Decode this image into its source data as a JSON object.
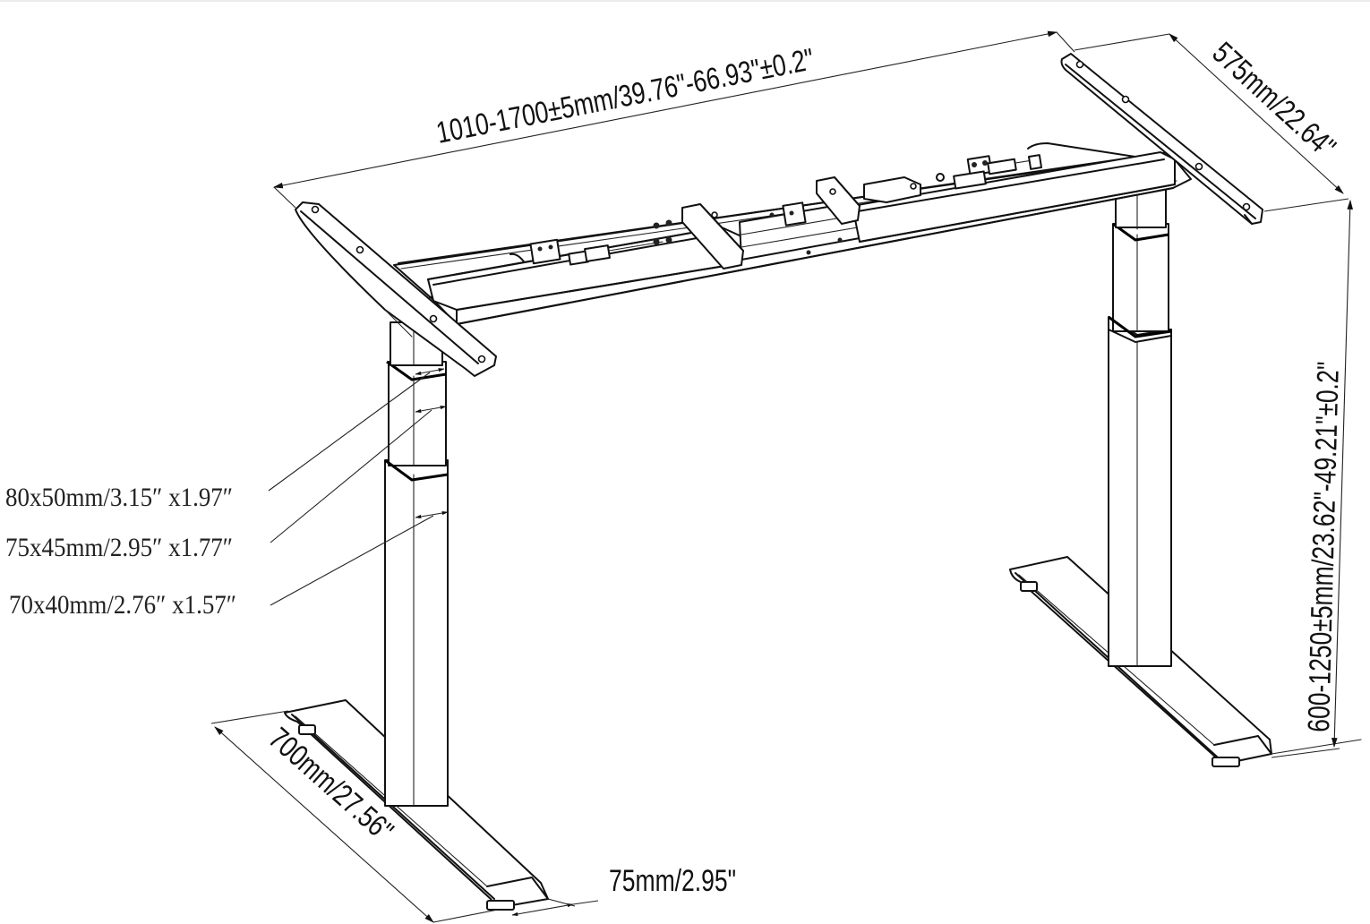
{
  "drawing": {
    "title": "Electric height-adjustable desk frame - dimension drawing",
    "background": "#ffffff",
    "line_color": "#111111"
  },
  "dimensions": {
    "width": {
      "label": "1010-1700±5mm/39.76\"-66.93\"±0.2\""
    },
    "depth": {
      "label": "575mm/22.64\""
    },
    "height": {
      "label": "600-1250±5mm/23.62\"-49.21\"±0.2\""
    },
    "foot_length": {
      "label": "700mm/27.56\""
    },
    "foot_width": {
      "label": "75mm/2.95\""
    }
  },
  "leg_sections": [
    {
      "label": "80x50mm/3.15″ x1.97″"
    },
    {
      "label": "75x45mm/2.95″ x1.77″"
    },
    {
      "label": "70x40mm/2.76″ x1.57″"
    }
  ]
}
